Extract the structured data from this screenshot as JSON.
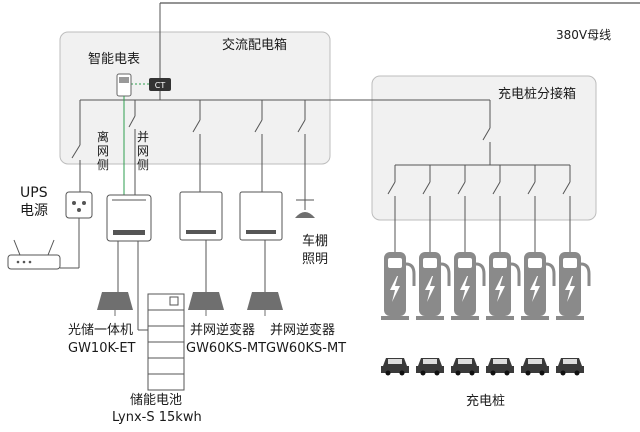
{
  "bus_label": "380V母线",
  "ac_box_label": "交流配电箱",
  "smart_meter_label": "智能电表",
  "ct_label": "CT",
  "charger_box_label": "充电桩分接箱",
  "off_grid_label": "离网侧",
  "on_grid_label": "并网侧",
  "ups_label_line1": "UPS",
  "ups_label_line2": "电源",
  "hybrid_label_line1": "光储一体机",
  "hybrid_label_line2": "GW10K-ET",
  "inverter1_label_line1": "并网逆变器",
  "inverter1_label_line2": "GW60KS-MT",
  "inverter2_label_line1": "并网逆变器",
  "inverter2_label_line2": "GW60KS-MT",
  "carport_light_line1": "车棚",
  "carport_light_line2": "照明",
  "battery_label_line1": "储能电池",
  "battery_label_line2": "Lynx-S 15kwh",
  "charger_label": "充电桩",
  "colors": {
    "line": "#555555",
    "box_fill": "#f1f1f1",
    "box_stroke": "#bdbdbd",
    "green": "#2e9e4f",
    "charger": "#8a8a8a",
    "bolt": "#ffffff",
    "panel": "#6f6f6f",
    "car": "#3a3a3a"
  }
}
